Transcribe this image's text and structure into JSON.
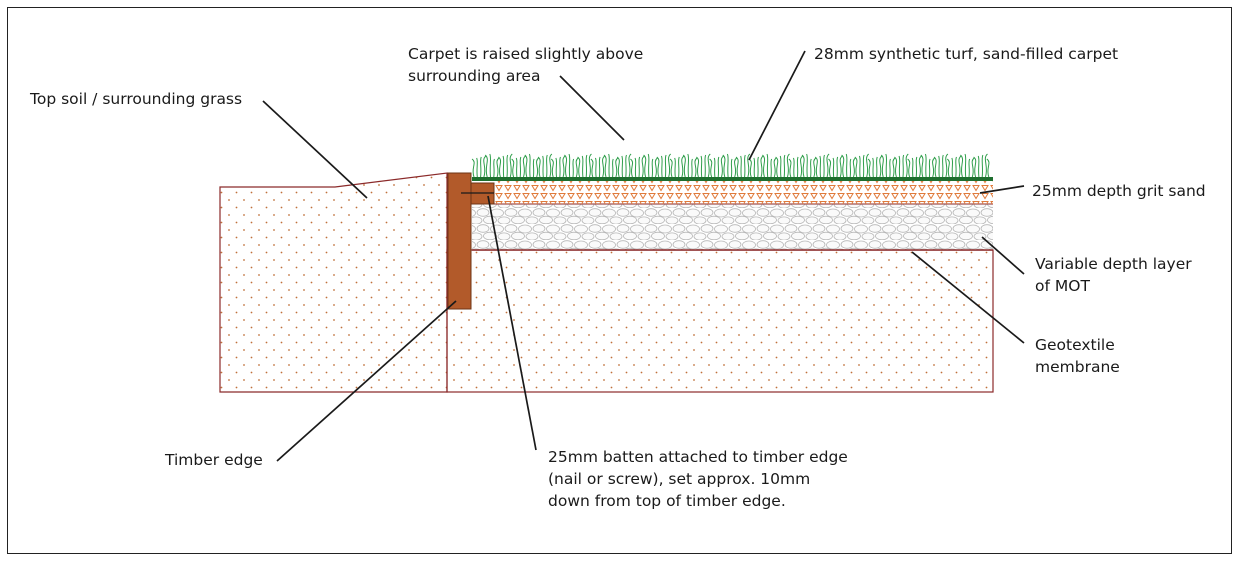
{
  "labels": {
    "top_soil": "Top soil / surrounding grass",
    "carpet_raised": [
      "Carpet is raised slightly above",
      "surrounding area"
    ],
    "synthetic_turf": "28mm synthetic turf, sand-filled carpet",
    "grit_sand": "25mm depth grit sand",
    "mot": [
      "Variable depth layer",
      "of MOT"
    ],
    "geotextile": [
      "Geotextile",
      "membrane"
    ],
    "timber_edge": "Timber edge",
    "batten": [
      "25mm batten attached to timber edge",
      "(nail or screw), set approx. 10mm",
      "down from top of timber edge."
    ]
  },
  "colors": {
    "soil_outline": "#8b2a2a",
    "soil_dots": "#c0703a",
    "timber": "#b25a2a",
    "turf_grass": "#2e9e4a",
    "turf_backing": "#1e6e2e",
    "grit_sand": "#e07a3a",
    "mot_stones": "#b5b5b5",
    "leader_lines": "#1a1a1a"
  }
}
